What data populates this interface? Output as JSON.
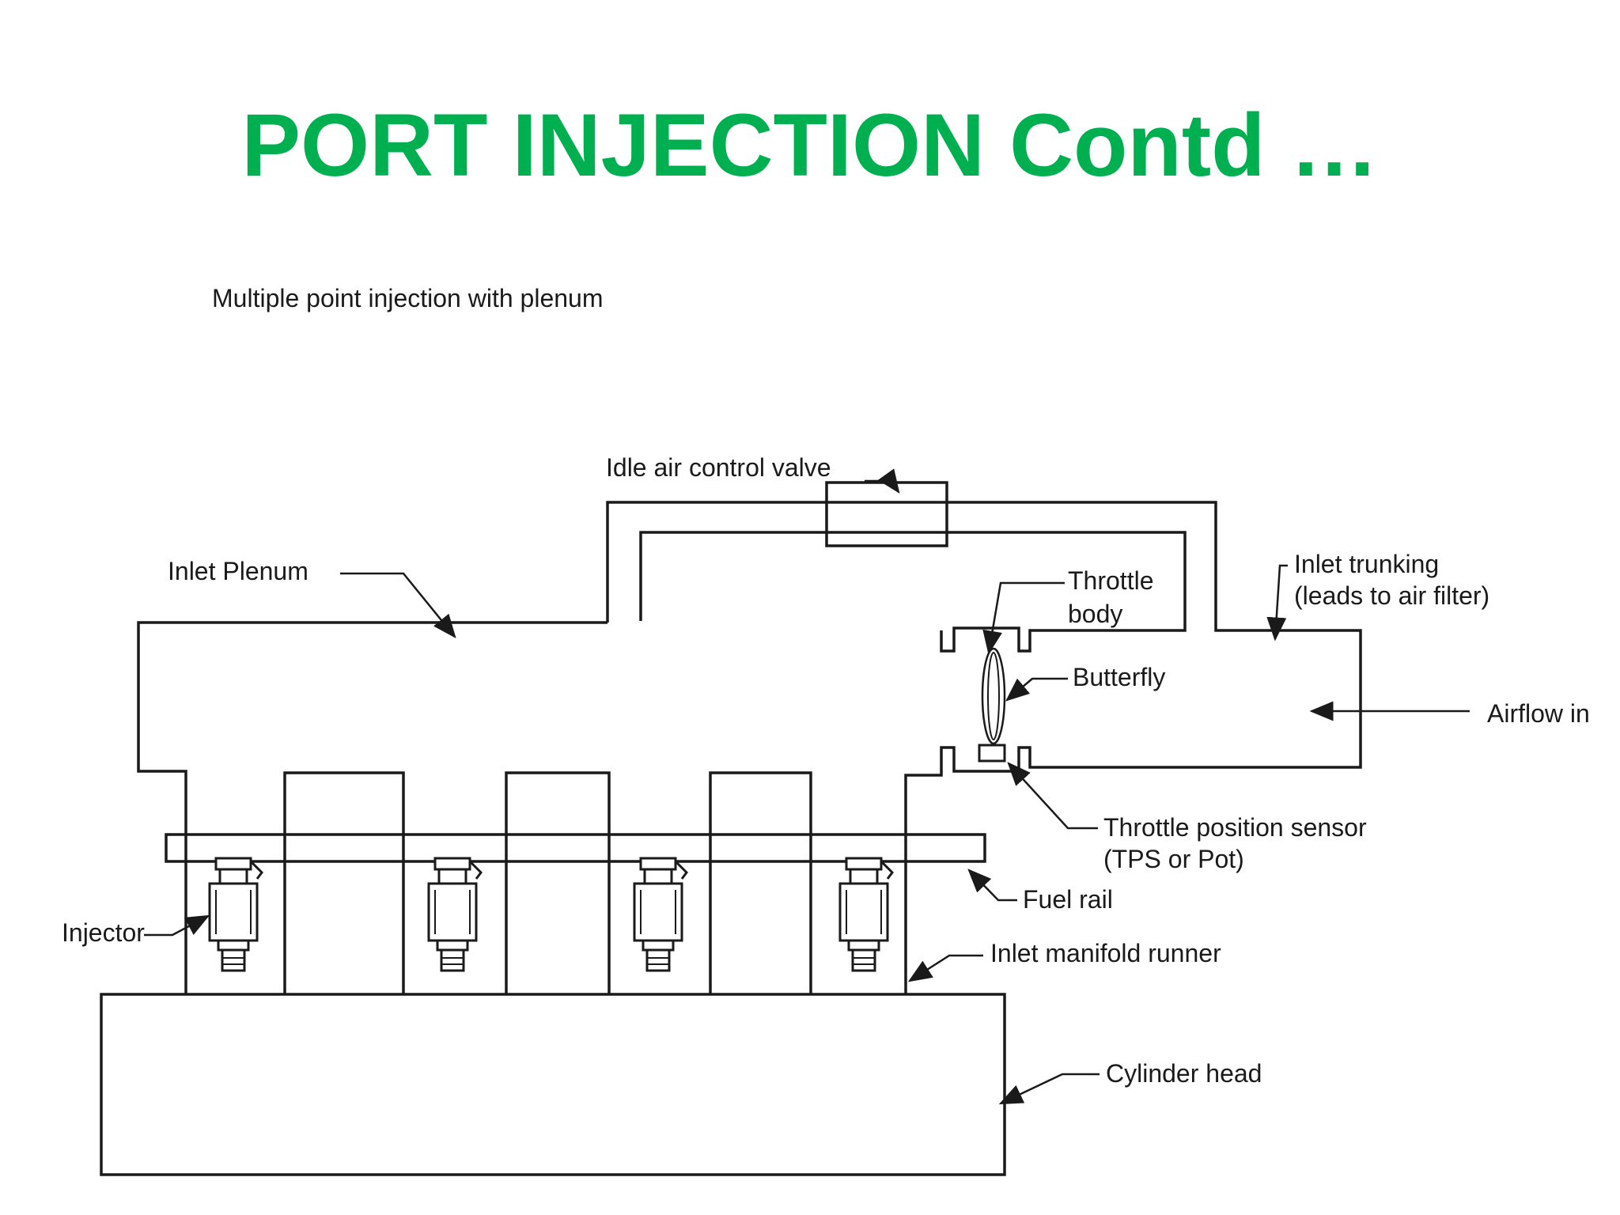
{
  "title": "PORT INJECTION Contd …",
  "colors": {
    "title": "#00B050",
    "ink": "#1a1a1a"
  },
  "diagram": {
    "subtitle": "Multiple point injection with plenum",
    "labels": {
      "idle_air_control_valve": "Idle air control valve",
      "inlet_plenum": "Inlet Plenum",
      "throttle_body_line1": "Throttle",
      "throttle_body_line2": "body",
      "inlet_trunking_line1": "Inlet trunking",
      "inlet_trunking_line2": "(leads to air filter)",
      "butterfly": "Butterfly",
      "airflow_in": "Airflow in",
      "throttle_position_sensor_line1": "Throttle position sensor",
      "throttle_position_sensor_line2": "(TPS or Pot)",
      "fuel_rail": "Fuel rail",
      "injector": "Injector",
      "inlet_manifold_runner": "Inlet manifold runner",
      "cylinder_head": "Cylinder head"
    }
  }
}
